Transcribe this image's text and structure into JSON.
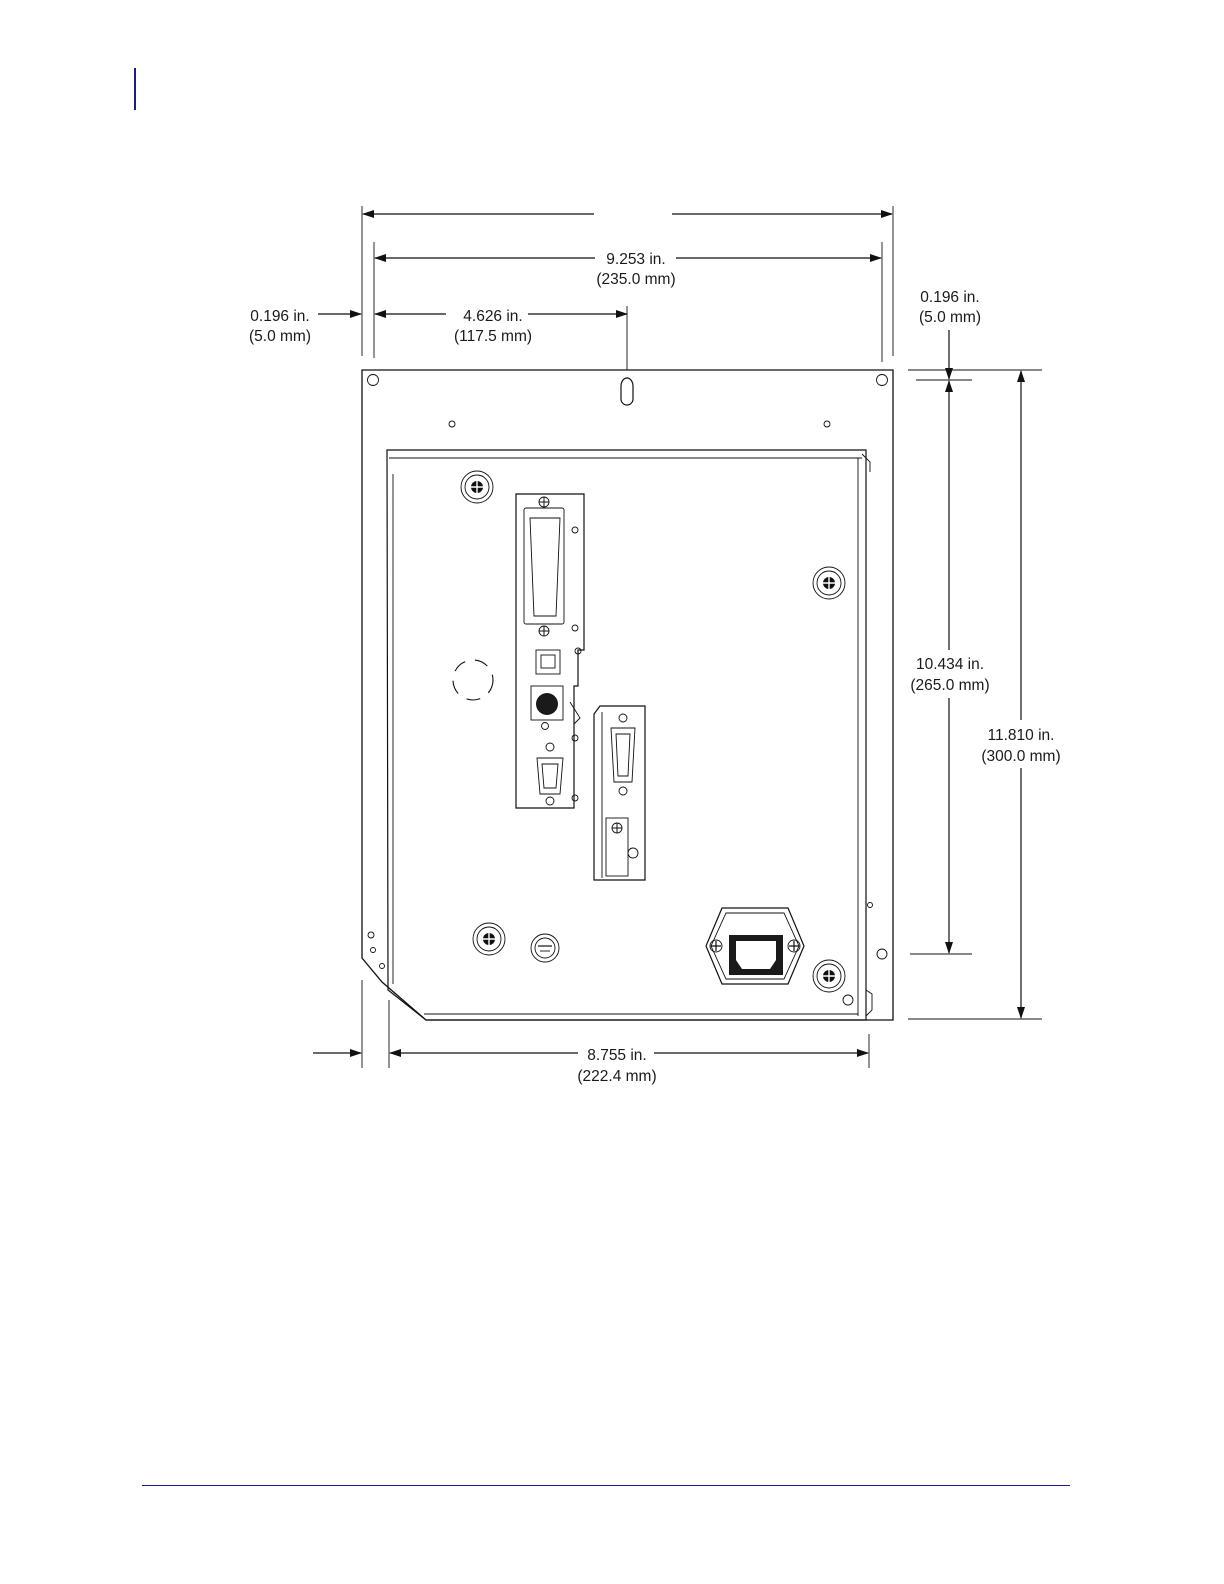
{
  "page": {
    "accent_color": "#1b1b8f"
  },
  "dimensions": {
    "top_overall": {
      "value": "9.253 in.",
      "metric": "(235.0 mm)"
    },
    "left_margin": {
      "value": "0.196 in.",
      "metric": "(5.0 mm)"
    },
    "hanger_offset": {
      "value": "4.626 in.",
      "metric": "(117.5 mm)"
    },
    "top_margin": {
      "value": "0.196 in.",
      "metric": "(5.0 mm)"
    },
    "hole_span": {
      "value": "10.434 in.",
      "metric": "(265.0 mm)"
    },
    "overall_height": {
      "value": "11.810 in.",
      "metric": "(300.0 mm)"
    },
    "bottom_width": {
      "value": "8.755 in.",
      "metric": "(222.4 mm)"
    }
  }
}
